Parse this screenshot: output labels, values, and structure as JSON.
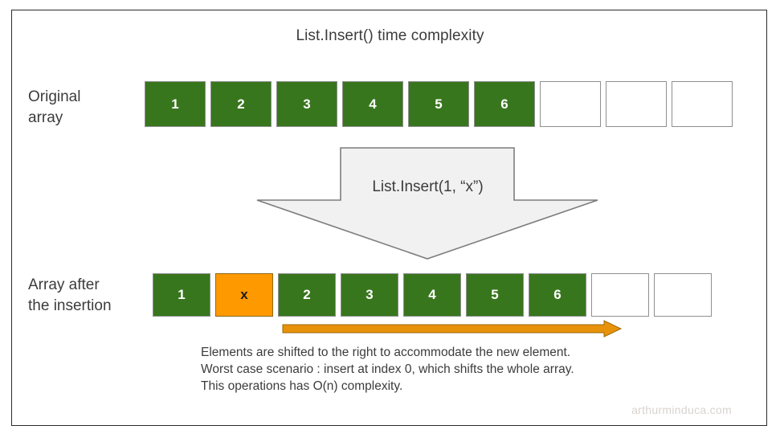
{
  "diagram": {
    "title": "List.Insert() time complexity",
    "watermark": "arthurminduca.com",
    "colors": {
      "filled_cell": "#38761d",
      "inserted_cell": "#ff9900",
      "empty_cell": "#ffffff",
      "cell_border": "#9a9a9a",
      "block_arrow_fill": "#f1f1f1",
      "block_arrow_stroke": "#7d7d7d",
      "shift_arrow": "#e8920a",
      "text": "#3c3c3c",
      "frame": "#2b2b2b"
    },
    "rows": [
      {
        "label": "Original\narray",
        "name": "original-array",
        "cells": [
          {
            "value": "1",
            "state": "filled"
          },
          {
            "value": "2",
            "state": "filled"
          },
          {
            "value": "3",
            "state": "filled"
          },
          {
            "value": "4",
            "state": "filled"
          },
          {
            "value": "5",
            "state": "filled"
          },
          {
            "value": "6",
            "state": "filled"
          },
          {
            "value": "",
            "state": "empty"
          },
          {
            "value": "",
            "state": "empty"
          },
          {
            "value": "",
            "state": "empty"
          }
        ]
      },
      {
        "label": "Array after\nthe insertion",
        "name": "array-after-insertion",
        "cells": [
          {
            "value": "1",
            "state": "filled"
          },
          {
            "value": "x",
            "state": "inserted"
          },
          {
            "value": "2",
            "state": "filled"
          },
          {
            "value": "3",
            "state": "filled"
          },
          {
            "value": "4",
            "state": "filled"
          },
          {
            "value": "5",
            "state": "filled"
          },
          {
            "value": "6",
            "state": "filled"
          },
          {
            "value": "",
            "state": "empty"
          },
          {
            "value": "",
            "state": "empty"
          }
        ]
      }
    ],
    "operation_arrow": {
      "label": "List.Insert(1, “x”)",
      "direction": "down"
    },
    "shift_arrow": {
      "direction": "right"
    },
    "caption": [
      "Elements are shifted to the right to accommodate the new element.",
      "Worst case scenario : insert at index 0, which shifts the whole array.",
      "This operations has O(n) complexity."
    ]
  }
}
